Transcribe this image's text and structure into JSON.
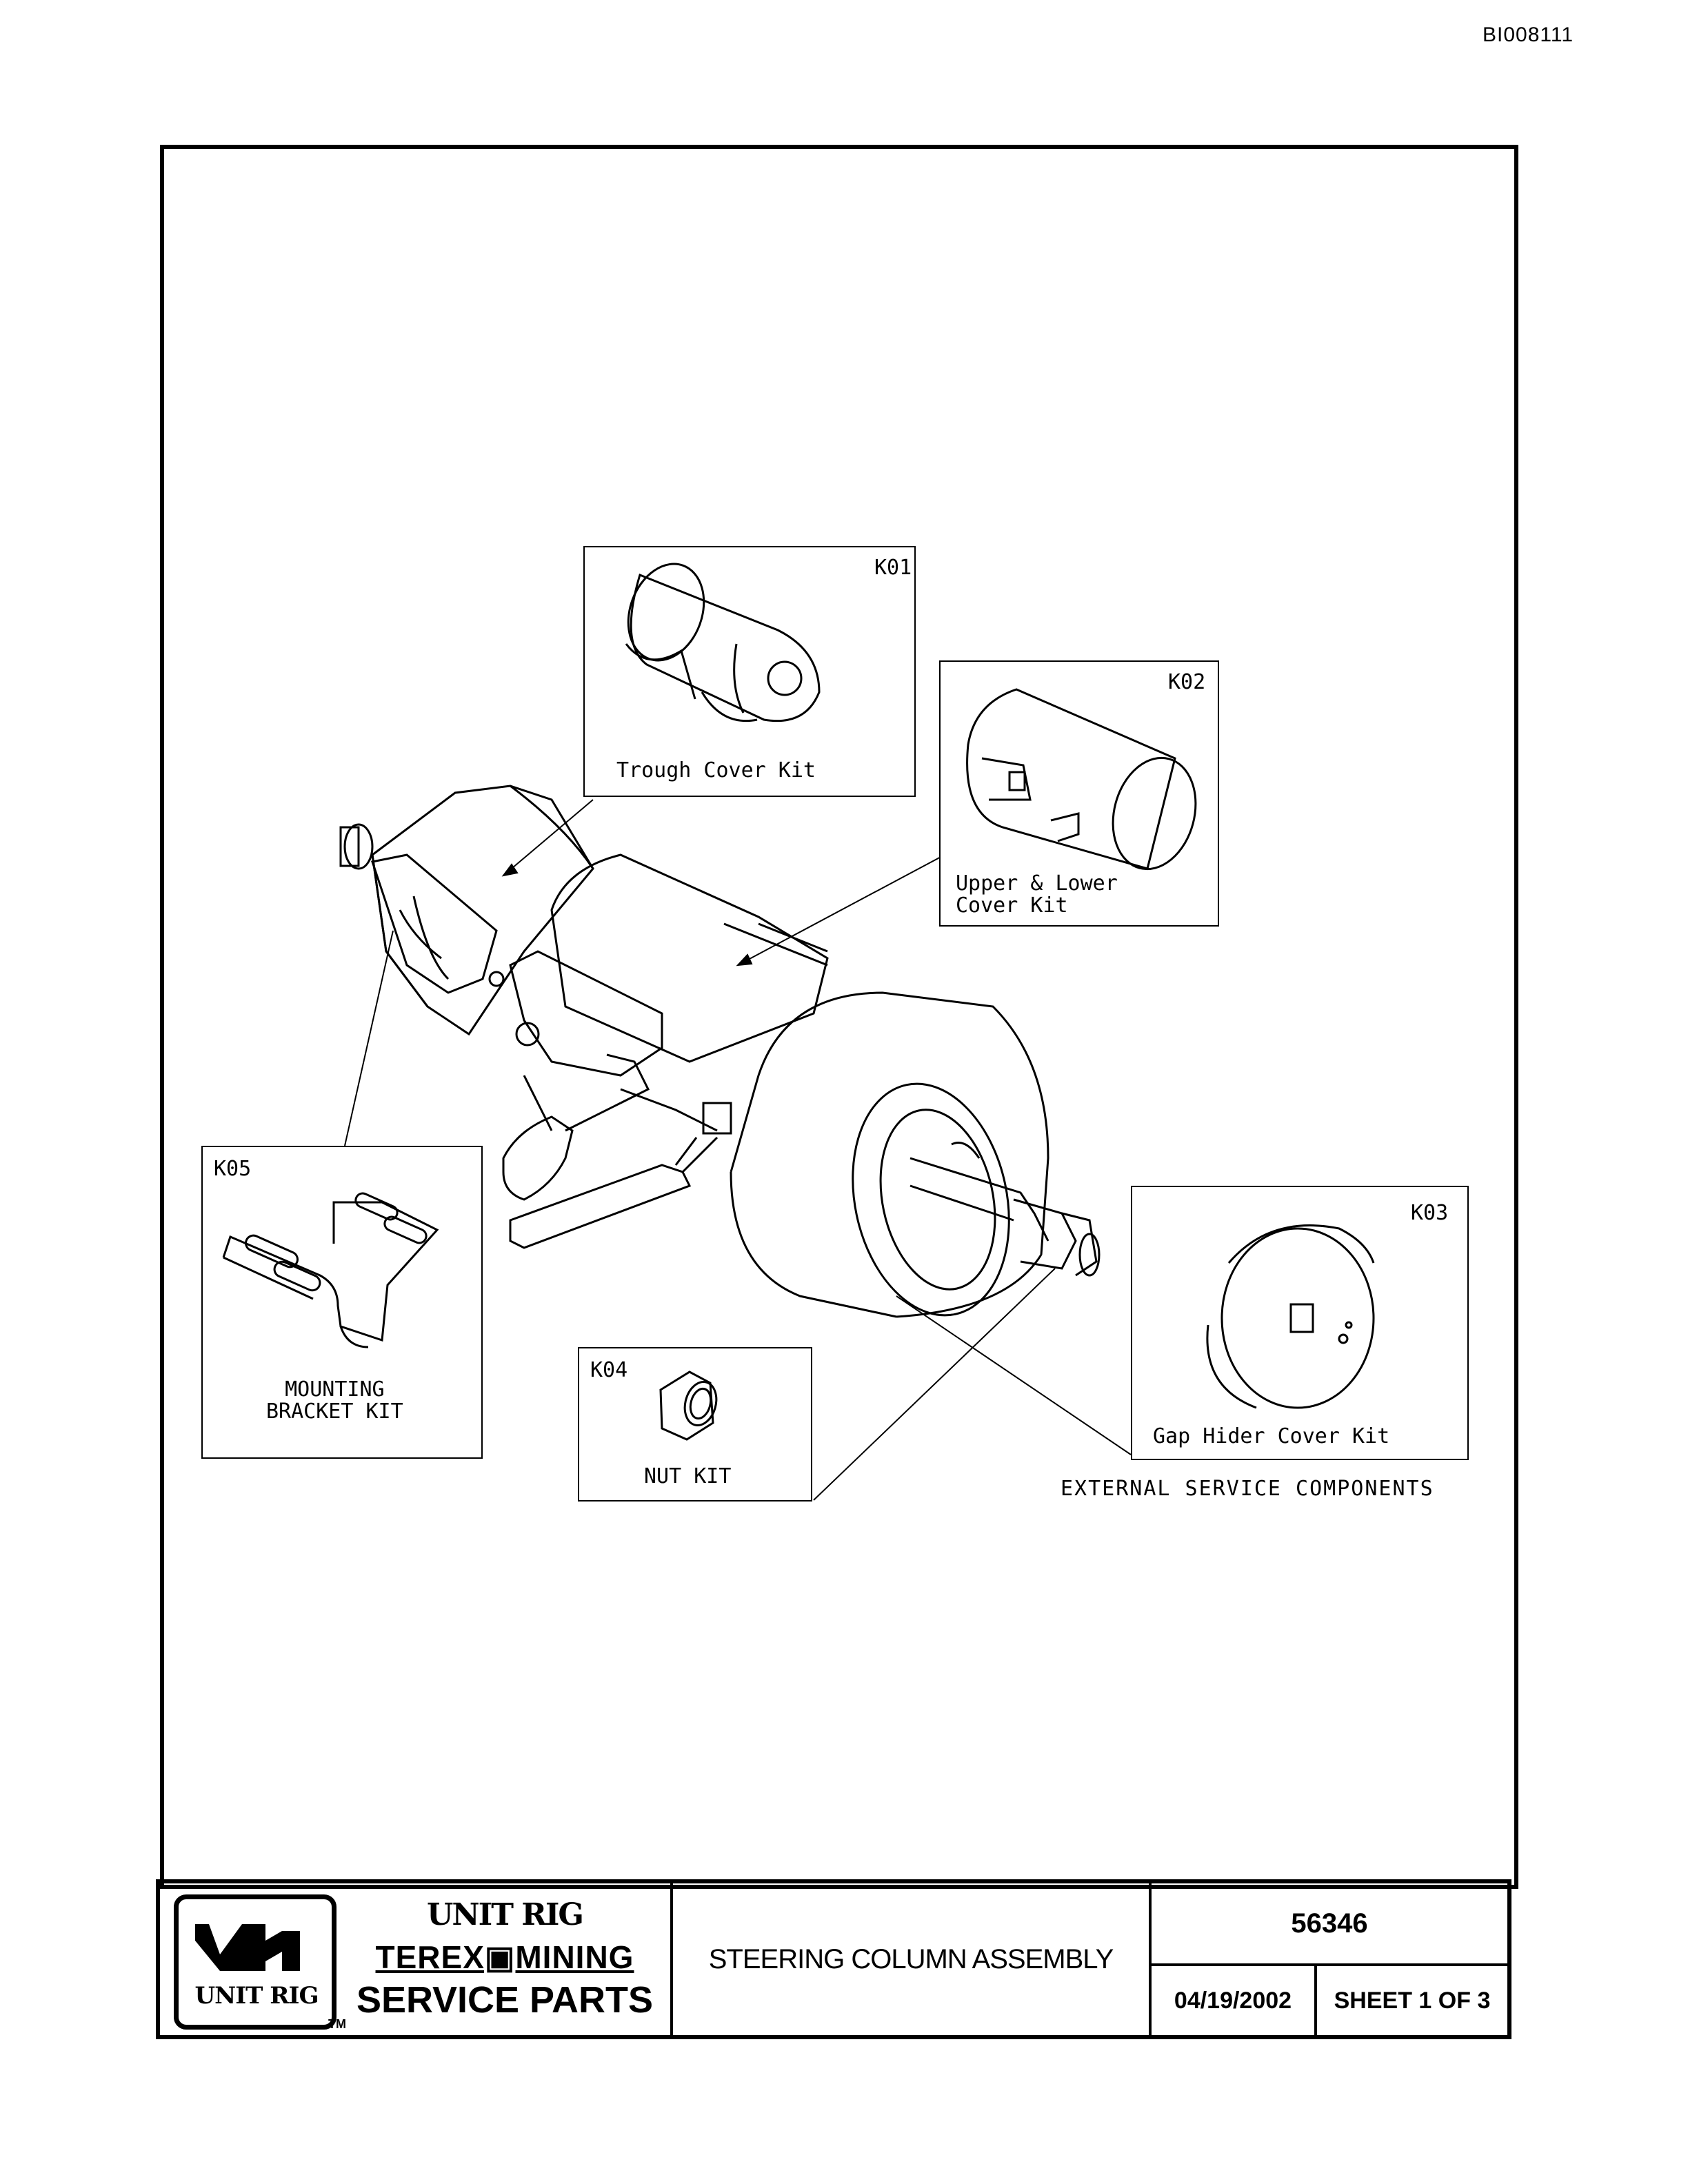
{
  "document_id": "BI008111",
  "kits": [
    {
      "code": "K01",
      "label": "Trough Cover Kit"
    },
    {
      "code": "K02",
      "label": "Upper & Lower\nCover Kit"
    },
    {
      "code": "K03",
      "label": "Gap Hider Cover Kit"
    },
    {
      "code": "K04",
      "label": "NUT KIT"
    },
    {
      "code": "K05",
      "label": "MOUNTING\nBRACKET KIT"
    }
  ],
  "external_label": "EXTERNAL SERVICE COMPONENTS",
  "title_block": {
    "logo_text": "UNIT RIG",
    "trademark": "TM",
    "brand_line1": "UNIT RIG",
    "brand_line2": "TEREX▣MINING",
    "brand_line3": "SERVICE PARTS",
    "title": "STEERING COLUMN ASSEMBLY",
    "part_number": "56346",
    "date": "04/19/2002",
    "sheet": "SHEET 1 OF 3"
  }
}
